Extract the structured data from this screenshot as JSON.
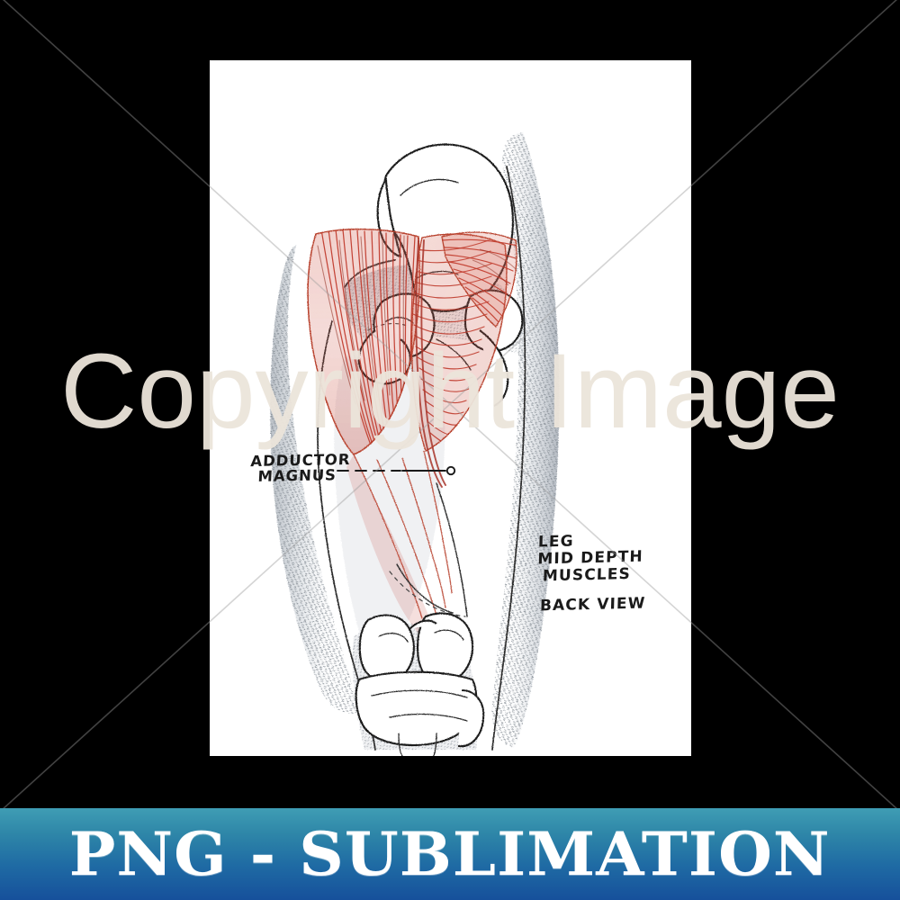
{
  "product": {
    "banner_label": "PNG - SUBLIMATION",
    "banner_gradient_top": "#3f9db4",
    "banner_gradient_bottom": "#16509b",
    "background_color": "#000000",
    "paper_color": "#ffffff"
  },
  "watermark": {
    "text": "Copyright Image",
    "color_on_white": "#ece5db",
    "color_on_black": "#2a2622",
    "diagonal_line_color": "#9b9b9b"
  },
  "artwork": {
    "title_block": {
      "line1": "LEG",
      "line2": "MID DEPTH",
      "line3": "MUSCLES",
      "line4": "BACK VIEW"
    },
    "labels": [
      {
        "line1": "ADDUCTOR",
        "line2": "MAGNUS"
      }
    ],
    "ink_color": "#1a1a1a",
    "muscle_color": "#c0392b",
    "muscle_color_light": "#e3796a",
    "shading_color": "#8b9199",
    "description": "Pen and watercolor anatomical sketch of the posterior thigh showing the pelvis, femur, adductor magnus and mid-depth muscles, with the knee joint below."
  }
}
